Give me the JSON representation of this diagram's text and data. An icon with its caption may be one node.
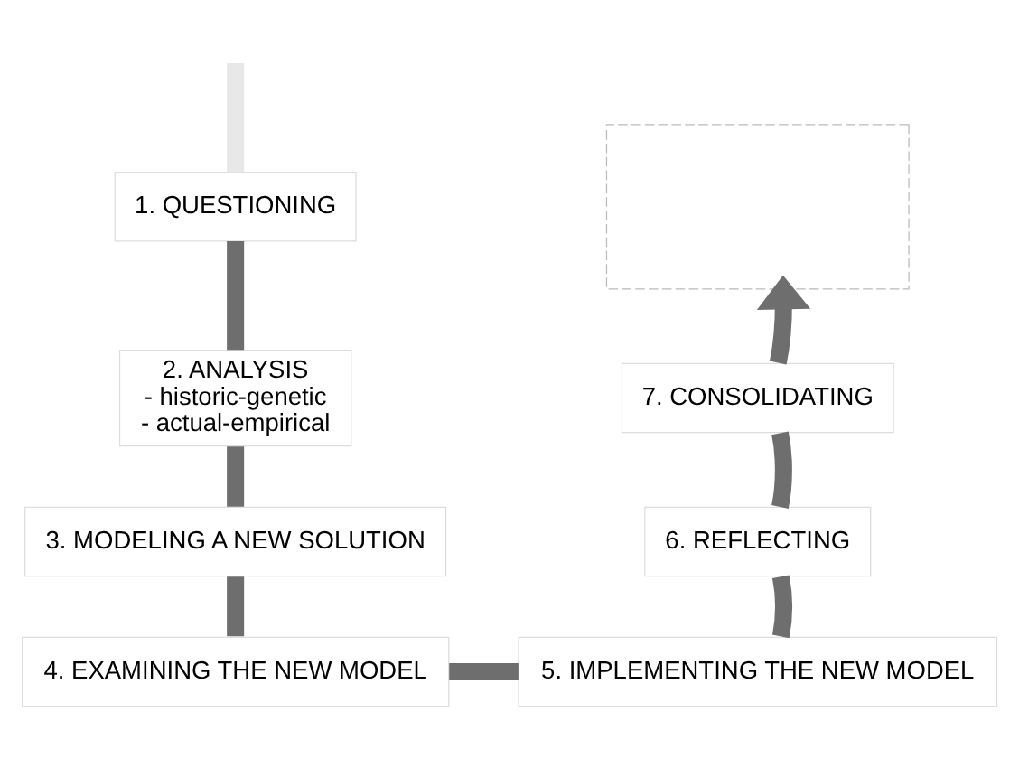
{
  "diagram": {
    "nodes": [
      {
        "text": [],
        "shape": "box"
      },
      {
        "text": [
          "1. QUESTIONING"
        ]
      },
      {
        "text": [
          "2. ANALYSIS",
          "- historic-genetic",
          "- actual-empirical"
        ]
      },
      {
        "text": [
          "3. MODELING A NEW SOLUTION"
        ]
      },
      {
        "text": [
          "4. EXAMINING THE NEW MODEL"
        ]
      },
      {
        "text": [
          "5. IMPLEMENTING THE NEW MODEL"
        ]
      },
      {
        "text": [
          "6. REFLECTING"
        ]
      },
      {
        "text": [
          "7. CONSOLIDATING"
        ]
      }
    ],
    "edges": [
      {
        "from": null,
        "to": 1,
        "arrow": "none",
        "color": "#e8e8e8"
      },
      {
        "from": 1,
        "to": 2,
        "arrow": "none"
      },
      {
        "from": 2,
        "to": 3,
        "arrow": "none"
      },
      {
        "from": 3,
        "to": 4,
        "arrow": "none"
      },
      {
        "from": 4,
        "to": 5,
        "arrow": "none"
      },
      {
        "from": 5,
        "to": 6,
        "arrow": "none"
      },
      {
        "from": 6,
        "to": 7,
        "arrow": "none"
      },
      {
        "from": 7,
        "to": 0,
        "arrow": "to"
      }
    ]
  }
}
